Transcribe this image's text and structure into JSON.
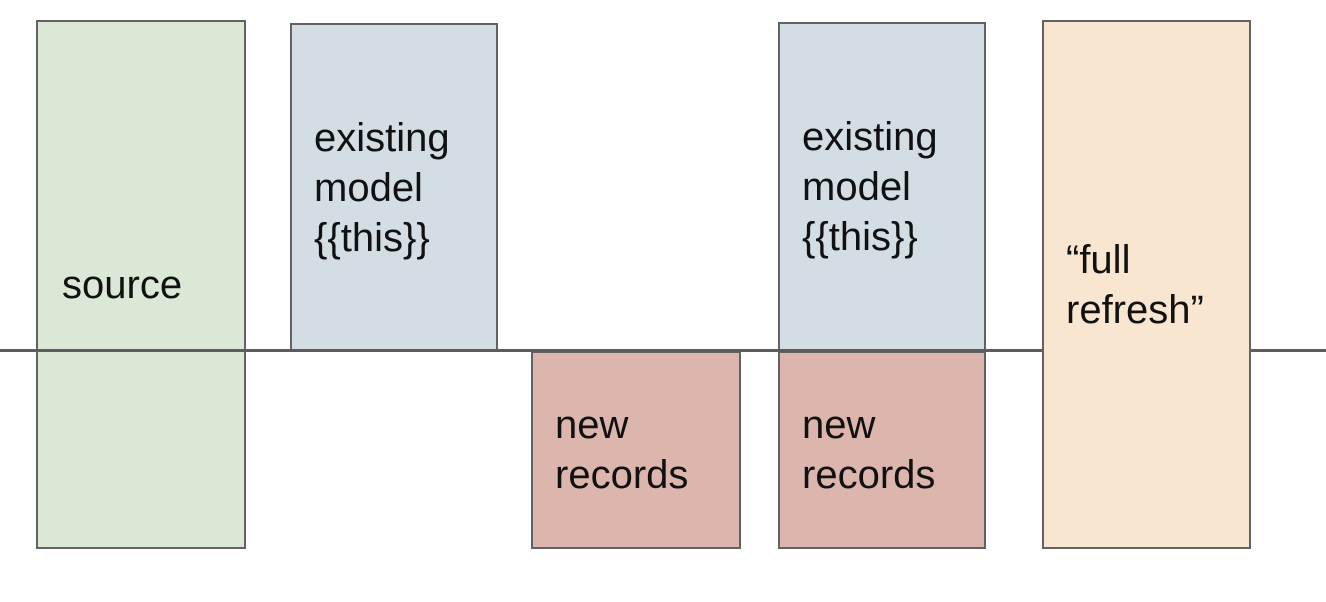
{
  "diagram": {
    "background": "#ffffff",
    "text_color": "#111111",
    "box_border_color": "#626262",
    "timeline": {
      "color": "#5d5d5d",
      "orientation": "horizontal"
    },
    "boxes": {
      "source": {
        "label": "source",
        "fill": "#dce8d6",
        "position": "left, spans above and below the timeline"
      },
      "existing_model_1": {
        "label": "existing\nmodel\n{{this}}",
        "fill": "#d2dee3",
        "position": "above the timeline"
      },
      "new_records_1": {
        "label": "new\nrecords",
        "fill": "#dcb5ac",
        "position": "below the timeline"
      },
      "existing_model_2": {
        "label": "existing\nmodel\n{{this}}",
        "fill": "#d2dee3",
        "position": "above the timeline, stacked on new records"
      },
      "new_records_2": {
        "label": "new\nrecords",
        "fill": "#dcb5ac",
        "position": "below the timeline, stacked under existing model"
      },
      "full_refresh": {
        "label": "“full\nrefresh”",
        "fill": "#f9e6d1",
        "position": "right, spans above and below the timeline, covers the timeline"
      }
    }
  }
}
